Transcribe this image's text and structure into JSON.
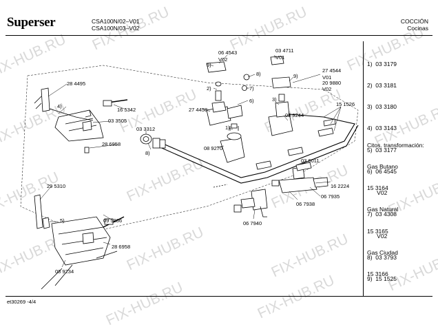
{
  "header": {
    "brand": "Superser",
    "models": [
      "CSA100N/02–V01",
      "CSA100N/03–V02"
    ],
    "category": [
      "COCCIÓN",
      "Cocinas"
    ]
  },
  "legend": {
    "items": [
      "1)  03 3179",
      "2)  03 3181",
      "3)  03 3180",
      "4)  03 3143",
      "5)  03 3177",
      "6)  06 4545",
      "      V02",
      "7)  03 4308",
      "      V02",
      "8)  03 3793",
      "9)  15 1525"
    ],
    "transform_title": "Citos. transformación:",
    "transforms": [
      "Gas Butano",
      "15 3164",
      "Gas Natural",
      "15 3165",
      "Gas Ciudad",
      "15 3166"
    ]
  },
  "footer": "et30269   -4/4",
  "watermark": "FIX-HUB.RU",
  "part_labels": [
    "28 4495",
    "4)",
    "16 5342",
    "03 3505",
    "28 6958",
    "03 3312",
    "8)",
    "06 4543",
    "V02",
    "03 4711",
    "V01",
    "9)",
    "8)",
    "7)",
    "9)",
    "2)",
    "6)",
    "27 4458",
    "3)",
    "27 4544",
    "V01",
    "20 9880",
    "V02",
    "15 1526",
    "08 9244",
    "1)",
    "08 9270",
    "03 6011",
    "16 2224",
    "06 7935",
    "06 7938",
    "06 7940",
    "29 5310",
    "5)",
    "09 5886",
    "28 6958",
    "08 9234"
  ]
}
